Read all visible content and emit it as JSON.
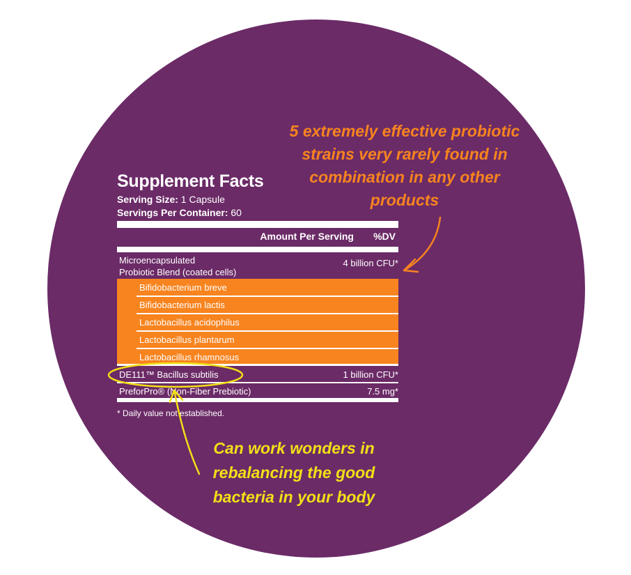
{
  "colors": {
    "background_circle": "#6b2b67",
    "orange": "#f7841f",
    "yellow": "#f1e017",
    "text": "#ffffff"
  },
  "facts": {
    "title": "Supplement Facts",
    "serving_size_label": "Serving Size:",
    "serving_size_value": " 1 Capsule",
    "servings_label": "Servings Per Container:",
    "servings_value": " 60",
    "header_amount": "Amount Per Serving",
    "header_dv": "%DV",
    "blend_line1": "Microencapsulated",
    "blend_line2": "Probiotic Blend (coated cells)",
    "blend_amount": "4 billion CFU*",
    "strains": [
      "Bifidobacterium breve",
      "Bifidobacterium lactis",
      "Lactobacillus acidophilus",
      "Lactobacillus plantarum",
      "Lactobacillus rhamnosus"
    ],
    "de111_name": "DE111™ Bacillus subtilis",
    "de111_amount": "1 billion CFU*",
    "prefor_name": "PreforPro® (Non-Fiber Prebiotic)",
    "prefor_amount": "7.5 mg*",
    "footnote": "* Daily value not established."
  },
  "annotations": {
    "orange_text": "5 extremely effective probiotic strains very rarely found in combination in any other products",
    "yellow_part1": "Can work ",
    "yellow_strong": "wonders",
    "yellow_part2": " in rebalancing the good bacteria in your body"
  }
}
